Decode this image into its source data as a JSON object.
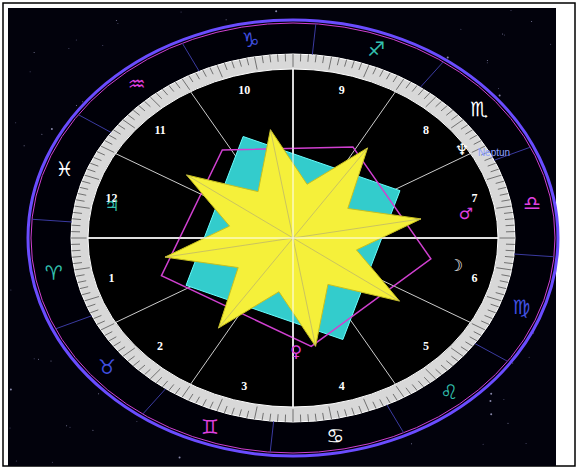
{
  "diagram": {
    "labels": [
      "10",
      "11",
      "12",
      "1",
      "2",
      "3",
      "4",
      "5",
      "6",
      "7",
      "8",
      "9",
      "♓",
      "♈",
      "♉",
      "♊",
      "♋",
      "♌",
      "♍",
      "♎",
      "♏",
      "♐",
      "♑",
      "♒",
      "♆",
      "Neptun",
      "♂",
      "☽",
      "♀",
      "♃"
    ]
  }
}
